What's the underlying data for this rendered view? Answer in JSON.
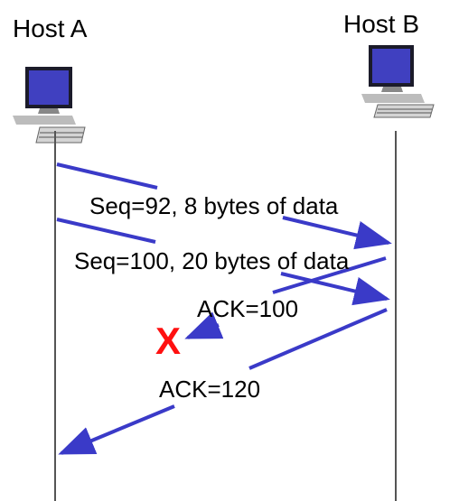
{
  "hosts": {
    "a": {
      "label": "Host A"
    },
    "b": {
      "label": "Host B"
    }
  },
  "messages": {
    "seq92": {
      "label": "Seq=92, 8 bytes of data"
    },
    "seq100": {
      "label": "Seq=100, 20 bytes of data"
    },
    "ack100": {
      "label": "ACK=100"
    },
    "ack120": {
      "label": "ACK=120"
    }
  },
  "loss_marker": {
    "label": "X"
  },
  "colors": {
    "arrow": "#3a3ac8",
    "loss": "#ff1010",
    "timeline": "#555555"
  }
}
